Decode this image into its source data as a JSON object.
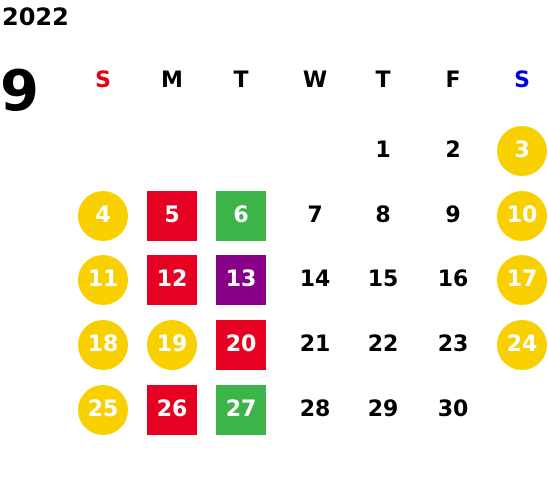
{
  "calendar": {
    "year": "2022",
    "month": "9",
    "weekdays": [
      {
        "label": "S",
        "color": "#e60012"
      },
      {
        "label": "M",
        "color": "#000000"
      },
      {
        "label": "T",
        "color": "#000000"
      },
      {
        "label": "W",
        "color": "#000000"
      },
      {
        "label": "T",
        "color": "#000000"
      },
      {
        "label": "F",
        "color": "#000000"
      },
      {
        "label": "S",
        "color": "#0000e0"
      }
    ],
    "colors": {
      "holiday_circle": "#f8d000",
      "red_square": "#e60022",
      "green_square": "#3cb44a",
      "purple_square": "#880088"
    },
    "weeks": [
      [
        null,
        null,
        null,
        null,
        {
          "day": "1"
        },
        {
          "day": "2"
        },
        {
          "day": "3",
          "mark": "circle"
        }
      ],
      [
        {
          "day": "4",
          "mark": "circle"
        },
        {
          "day": "5",
          "mark": "red"
        },
        {
          "day": "6",
          "mark": "green"
        },
        {
          "day": "7"
        },
        {
          "day": "8"
        },
        {
          "day": "9"
        },
        {
          "day": "10",
          "mark": "circle"
        }
      ],
      [
        {
          "day": "11",
          "mark": "circle"
        },
        {
          "day": "12",
          "mark": "red"
        },
        {
          "day": "13",
          "mark": "purple"
        },
        {
          "day": "14"
        },
        {
          "day": "15"
        },
        {
          "day": "16"
        },
        {
          "day": "17",
          "mark": "circle"
        }
      ],
      [
        {
          "day": "18",
          "mark": "circle"
        },
        {
          "day": "19",
          "mark": "circle"
        },
        {
          "day": "20",
          "mark": "red"
        },
        {
          "day": "21"
        },
        {
          "day": "22"
        },
        {
          "day": "23"
        },
        {
          "day": "24",
          "mark": "circle"
        }
      ],
      [
        {
          "day": "25",
          "mark": "circle"
        },
        {
          "day": "26",
          "mark": "red"
        },
        {
          "day": "27",
          "mark": "green"
        },
        {
          "day": "28"
        },
        {
          "day": "29"
        },
        {
          "day": "30"
        },
        null
      ]
    ]
  }
}
